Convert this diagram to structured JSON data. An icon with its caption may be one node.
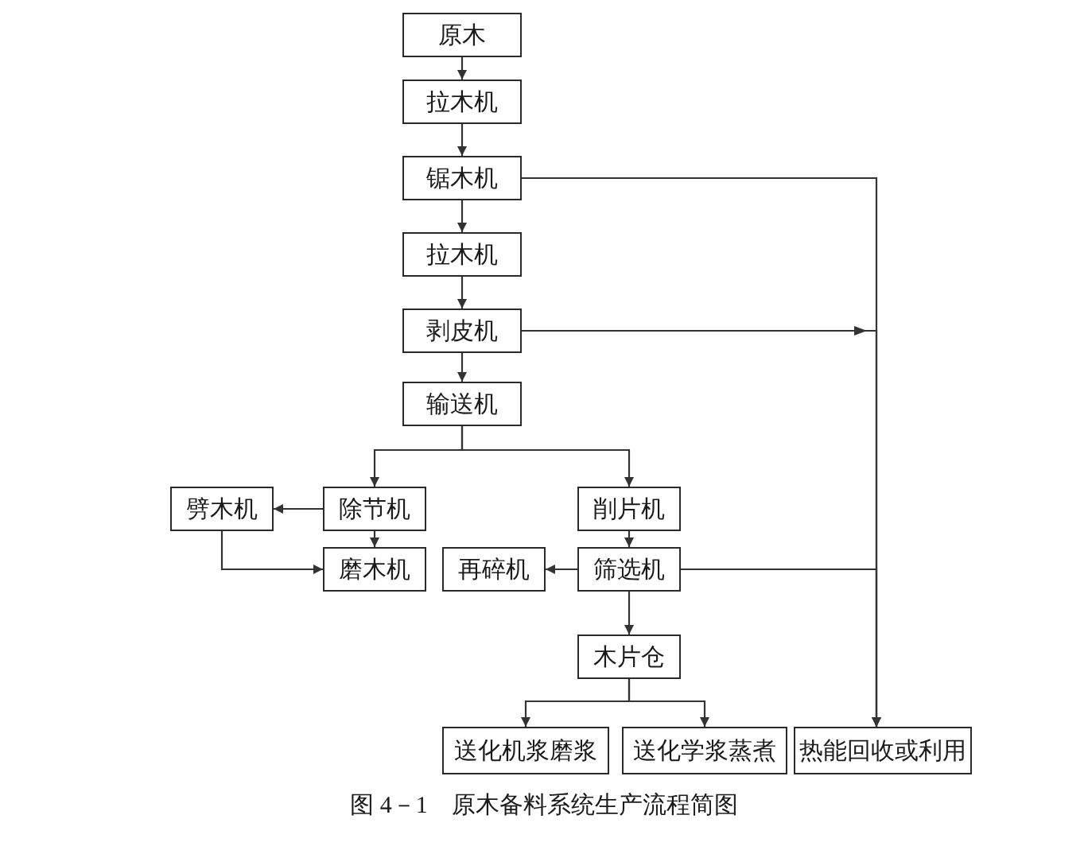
{
  "diagram": {
    "caption": "图 4－1　原木备料系统生产流程简图",
    "nodes": [
      {
        "text": [
          "原木"
        ]
      },
      {
        "text": [
          "拉木机"
        ]
      },
      {
        "text": [
          "锯木机"
        ]
      },
      {
        "text": [
          "拉木机"
        ]
      },
      {
        "text": [
          "剥皮机"
        ]
      },
      {
        "text": [
          "输送机"
        ]
      },
      {
        "text": [
          "劈木机"
        ]
      },
      {
        "text": [
          "除节机"
        ]
      },
      {
        "text": [
          "削片机"
        ]
      },
      {
        "text": [
          "磨木机"
        ]
      },
      {
        "text": [
          "再碎机"
        ]
      },
      {
        "text": [
          "筛选机"
        ]
      },
      {
        "text": [
          "木片仓"
        ]
      },
      {
        "text": [
          "送化机浆磨浆"
        ]
      },
      {
        "text": [
          "送化学浆蒸煮"
        ]
      },
      {
        "text": [
          "热能回收或利用"
        ]
      }
    ],
    "edges": [
      {
        "from": 0,
        "to": 1,
        "arrow": "to"
      },
      {
        "from": 1,
        "to": 2,
        "arrow": "to"
      },
      {
        "from": 2,
        "to": 3,
        "arrow": "to"
      },
      {
        "from": 3,
        "to": 4,
        "arrow": "to"
      },
      {
        "from": 4,
        "to": 5,
        "arrow": "to"
      },
      {
        "from": 5,
        "to": 7,
        "arrow": "to"
      },
      {
        "from": 5,
        "to": 8,
        "arrow": "to"
      },
      {
        "from": 7,
        "to": 6,
        "arrow": "to"
      },
      {
        "from": 7,
        "to": 9,
        "arrow": "to"
      },
      {
        "from": 6,
        "to": 9,
        "arrow": "to"
      },
      {
        "from": 8,
        "to": 11,
        "arrow": "to"
      },
      {
        "from": 11,
        "to": 10,
        "arrow": "to"
      },
      {
        "from": 11,
        "to": 15,
        "arrow": "to"
      },
      {
        "from": 11,
        "to": 12,
        "arrow": "to"
      },
      {
        "from": 12,
        "to": 13,
        "arrow": "to"
      },
      {
        "from": 12,
        "to": 14,
        "arrow": "to"
      },
      {
        "from": 2,
        "to": 15,
        "arrow": "to"
      },
      {
        "from": 4,
        "to": 15,
        "arrow": "to"
      }
    ]
  }
}
